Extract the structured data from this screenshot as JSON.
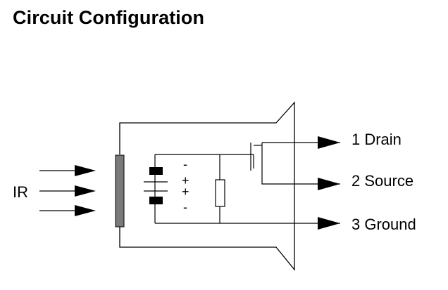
{
  "title": "Circuit Configuration",
  "input": {
    "label": "IR"
  },
  "pins": [
    {
      "label": "1 Drain"
    },
    {
      "label": "2 Source"
    },
    {
      "label": "3 Ground"
    }
  ],
  "polarity": {
    "top": "-",
    "mid_upper": "+",
    "mid_lower": "+",
    "bottom": "-"
  },
  "colors": {
    "line": "#000000",
    "sensor_element": "#7a7a7a"
  }
}
